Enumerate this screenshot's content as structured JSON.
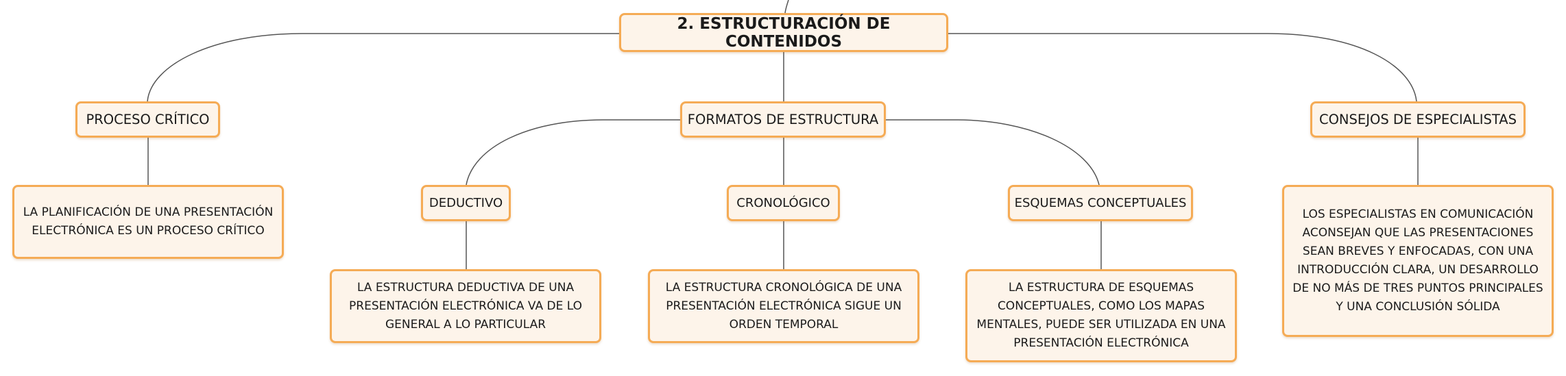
{
  "colors": {
    "node_border": "#f5ab55",
    "node_fill": "#fdf4ea",
    "connector": "#555555",
    "text": "#1a1a1a"
  },
  "map": {
    "root": "2. ESTRUCTURACIÓN DE CONTENIDOS",
    "proceso_critico": {
      "title": "PROCESO CRÍTICO",
      "detail": "LA PLANIFICACIÓN DE UNA PRESENTACIÓN ELECTRÓNICA ES UN PROCESO CRÍTICO"
    },
    "formatos": {
      "title": "FORMATOS DE ESTRUCTURA",
      "deductivo": {
        "title": "DEDUCTIVO",
        "detail": "LA ESTRUCTURA DEDUCTIVA DE UNA PRESENTACIÓN ELECTRÓNICA VA DE LO GENERAL A LO PARTICULAR"
      },
      "cronologico": {
        "title": "CRONOLÓGICO",
        "detail": "LA ESTRUCTURA CRONOLÓGICA DE UNA PRESENTACIÓN ELECTRÓNICA SIGUE UN ORDEN TEMPORAL"
      },
      "esquemas": {
        "title": "ESQUEMAS CONCEPTUALES",
        "detail": "LA ESTRUCTURA DE ESQUEMAS CONCEPTUALES, COMO LOS MAPAS MENTALES, PUEDE SER UTILIZADA EN UNA PRESENTACIÓN ELECTRÓNICA"
      }
    },
    "consejos": {
      "title": "CONSEJOS DE ESPECIALISTAS",
      "detail": "LOS ESPECIALISTAS EN COMUNICACIÓN ACONSEJAN QUE LAS PRESENTACIONES SEAN BREVES Y ENFOCADAS, CON UNA INTRODUCCIÓN CLARA, UN DESARROLLO DE NO MÁS DE TRES PUNTOS PRINCIPALES Y UNA CONCLUSIÓN SÓLIDA"
    }
  }
}
